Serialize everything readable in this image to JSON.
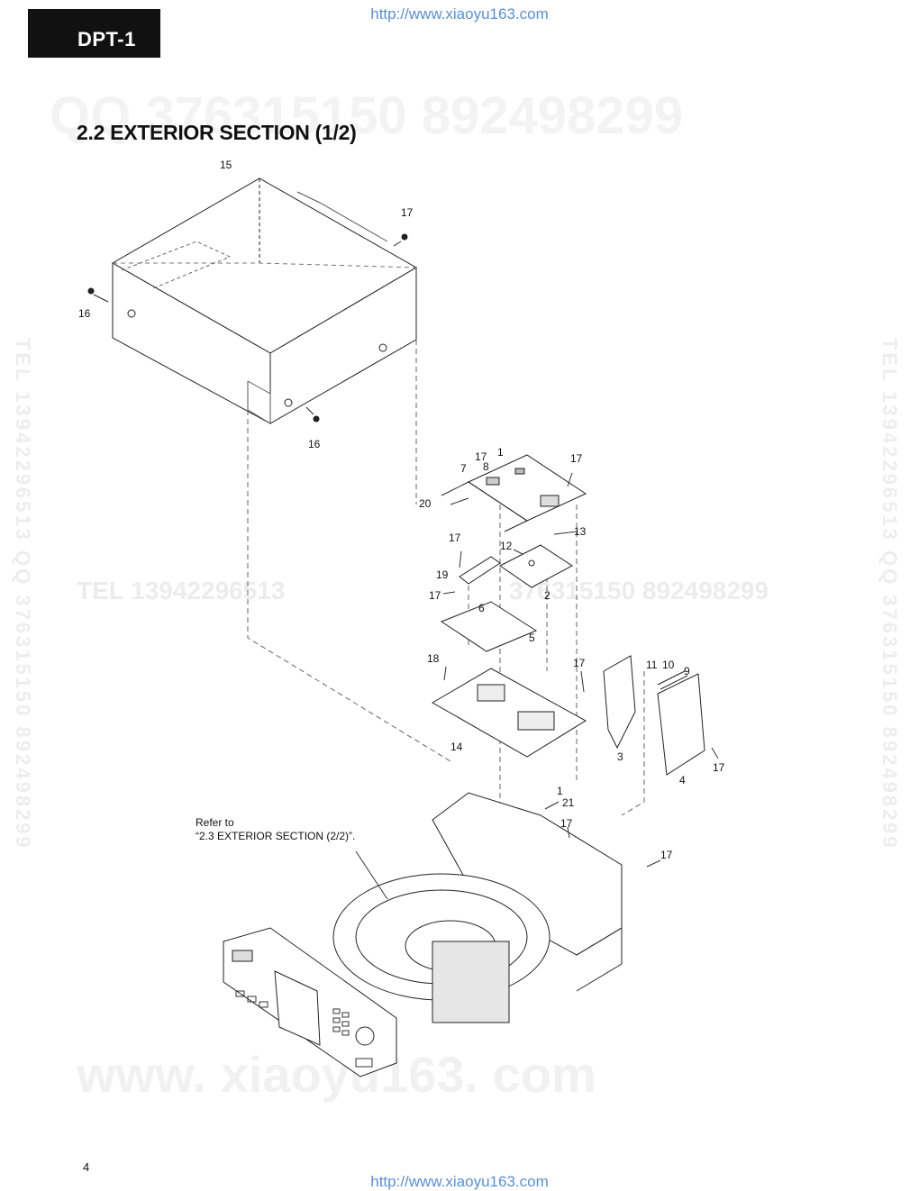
{
  "header": {
    "model": "DPT-1"
  },
  "source_url": "http://www.xiaoyu163.com",
  "watermarks": {
    "qq_top": "QQ 376315150   892498299",
    "tel_mid": "TEL  13942296513",
    "qq_mid": "376315150  892498299",
    "website": "www. xiaoyu163. com",
    "side_left": "TEL  13942296513   QQ  376315150  892498299",
    "side_right": "TEL  13942296513   QQ  376315150  892498299"
  },
  "section": {
    "title": "2.2 EXTERIOR SECTION (1/2)"
  },
  "callouts": [
    {
      "id": "p15",
      "text": "15"
    },
    {
      "id": "p17a",
      "text": "17"
    },
    {
      "id": "p16a",
      "text": "16"
    },
    {
      "id": "p16b",
      "text": "16"
    },
    {
      "id": "p17b",
      "text": "17"
    },
    {
      "id": "p1a",
      "text": "1"
    },
    {
      "id": "p17c",
      "text": "17"
    },
    {
      "id": "p7",
      "text": "7"
    },
    {
      "id": "p8",
      "text": "8"
    },
    {
      "id": "p20",
      "text": "20"
    },
    {
      "id": "p13",
      "text": "13"
    },
    {
      "id": "p17d",
      "text": "17"
    },
    {
      "id": "p12",
      "text": "12"
    },
    {
      "id": "p19",
      "text": "19"
    },
    {
      "id": "p2",
      "text": "2"
    },
    {
      "id": "p17e",
      "text": "17"
    },
    {
      "id": "p6",
      "text": "6"
    },
    {
      "id": "p5",
      "text": "5"
    },
    {
      "id": "p18",
      "text": "18"
    },
    {
      "id": "p17f",
      "text": "17"
    },
    {
      "id": "p11",
      "text": "11"
    },
    {
      "id": "p10",
      "text": "10"
    },
    {
      "id": "p9",
      "text": "9"
    },
    {
      "id": "p14",
      "text": "14"
    },
    {
      "id": "p3",
      "text": "3"
    },
    {
      "id": "p17g",
      "text": "17"
    },
    {
      "id": "p4",
      "text": "4"
    },
    {
      "id": "p1b",
      "text": "1"
    },
    {
      "id": "p21",
      "text": "21"
    },
    {
      "id": "p17h",
      "text": "17"
    },
    {
      "id": "p17i",
      "text": "17"
    }
  ],
  "reference_note": {
    "line1": "Refer to",
    "line2": "“2.3 EXTERIOR SECTION (2/2)”."
  },
  "footer": {
    "page_number": "4"
  }
}
